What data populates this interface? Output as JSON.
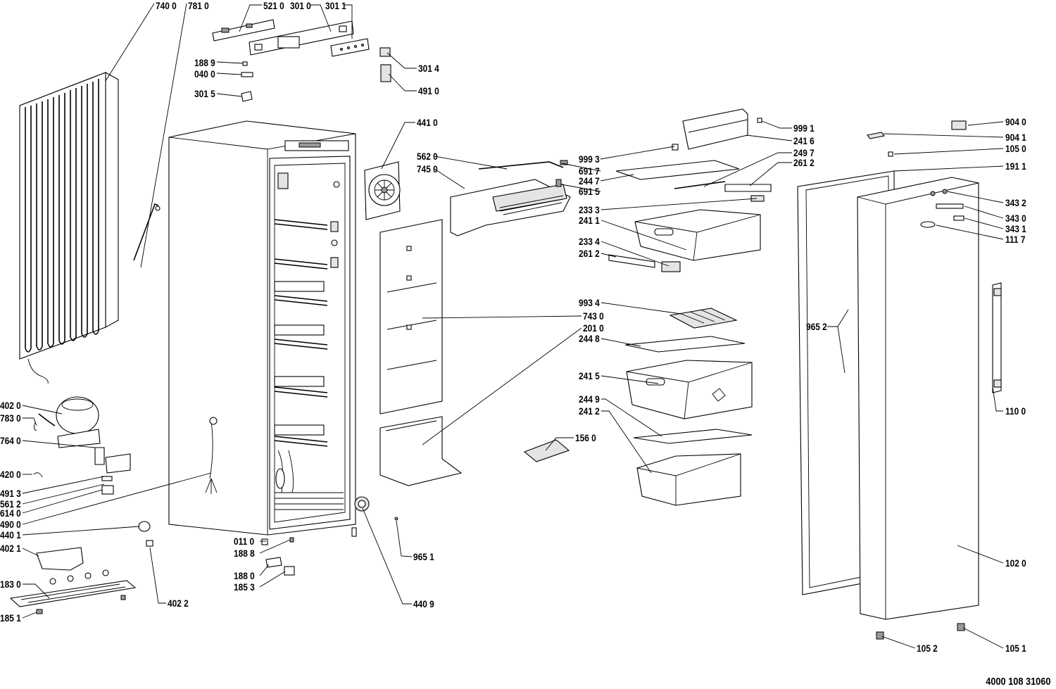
{
  "document_number": "4000 108 31060",
  "parts": [
    {
      "id": "p7400",
      "code": "740 0"
    },
    {
      "id": "p7810",
      "code": "781 0"
    },
    {
      "id": "p5210",
      "code": "521 0"
    },
    {
      "id": "p3010",
      "code": "301 0"
    },
    {
      "id": "p3011",
      "code": "301 1"
    },
    {
      "id": "p1889",
      "code": "188 9"
    },
    {
      "id": "p0400",
      "code": "040 0"
    },
    {
      "id": "p3015",
      "code": "301 5"
    },
    {
      "id": "p3014",
      "code": "301 4"
    },
    {
      "id": "p4910",
      "code": "491 0"
    },
    {
      "id": "p4410",
      "code": "441 0"
    },
    {
      "id": "p5620",
      "code": "562 0"
    },
    {
      "id": "p7450",
      "code": "745 0"
    },
    {
      "id": "p9993",
      "code": "999 3"
    },
    {
      "id": "p6917",
      "code": "691 7"
    },
    {
      "id": "p2447",
      "code": "244 7"
    },
    {
      "id": "p6915",
      "code": "691 5"
    },
    {
      "id": "p9991",
      "code": "999 1"
    },
    {
      "id": "p2416",
      "code": "241 6"
    },
    {
      "id": "p2497",
      "code": "249 7"
    },
    {
      "id": "p2612a",
      "code": "261 2"
    },
    {
      "id": "p2333",
      "code": "233 3"
    },
    {
      "id": "p2411",
      "code": "241 1"
    },
    {
      "id": "p2334",
      "code": "233 4"
    },
    {
      "id": "p2612b",
      "code": "261 2"
    },
    {
      "id": "p9934",
      "code": "993 4"
    },
    {
      "id": "p7430",
      "code": "743 0"
    },
    {
      "id": "p2010",
      "code": "201 0"
    },
    {
      "id": "p2448",
      "code": "244 8"
    },
    {
      "id": "p2415",
      "code": "241 5"
    },
    {
      "id": "p2449",
      "code": "244 9"
    },
    {
      "id": "p2412",
      "code": "241 2"
    },
    {
      "id": "p1560",
      "code": "156 0"
    },
    {
      "id": "p9040",
      "code": "904 0"
    },
    {
      "id": "p9041",
      "code": "904 1"
    },
    {
      "id": "p1050",
      "code": "105 0"
    },
    {
      "id": "p1911",
      "code": "191 1"
    },
    {
      "id": "p3432",
      "code": "343 2"
    },
    {
      "id": "p3430",
      "code": "343 0"
    },
    {
      "id": "p3431",
      "code": "343 1"
    },
    {
      "id": "p1117",
      "code": "111 7"
    },
    {
      "id": "p9652",
      "code": "965 2"
    },
    {
      "id": "p1100",
      "code": "110 0"
    },
    {
      "id": "p1020",
      "code": "102 0"
    },
    {
      "id": "p1052",
      "code": "105 2"
    },
    {
      "id": "p1051",
      "code": "105 1"
    },
    {
      "id": "p4020",
      "code": "402 0"
    },
    {
      "id": "p7830",
      "code": "783 0"
    },
    {
      "id": "p7640",
      "code": "764 0"
    },
    {
      "id": "p4200",
      "code": "420 0"
    },
    {
      "id": "p4913",
      "code": "491 3"
    },
    {
      "id": "p5612",
      "code": "561 2"
    },
    {
      "id": "p6140",
      "code": "614 0"
    },
    {
      "id": "p4900",
      "code": "490 0"
    },
    {
      "id": "p4401",
      "code": "440 1"
    },
    {
      "id": "p4021",
      "code": "402 1"
    },
    {
      "id": "p1830",
      "code": "183 0"
    },
    {
      "id": "p1851",
      "code": "185 1"
    },
    {
      "id": "p4022",
      "code": "402 2"
    },
    {
      "id": "p0110",
      "code": "011 0"
    },
    {
      "id": "p1888",
      "code": "188 8"
    },
    {
      "id": "p1880",
      "code": "188 0"
    },
    {
      "id": "p1853",
      "code": "185 3"
    },
    {
      "id": "p9651",
      "code": "965 1"
    },
    {
      "id": "p4409",
      "code": "440 9"
    }
  ]
}
